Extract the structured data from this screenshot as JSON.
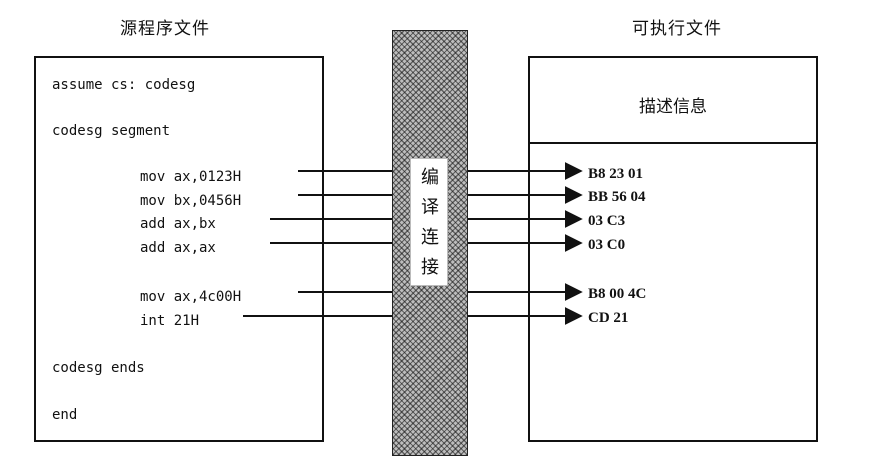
{
  "captions": {
    "source": "源程序文件",
    "executable": "可执行文件"
  },
  "source_file": {
    "lines": [
      "assume cs: codesg",
      "codesg segment",
      "mov ax,0123H",
      "mov bx,0456H",
      "add ax,bx",
      "add ax,ax",
      "mov ax,4c00H",
      "int 21H",
      "codesg ends",
      "end"
    ]
  },
  "linker": {
    "label_chars": [
      "编",
      "译",
      "连",
      "接"
    ]
  },
  "executable_file": {
    "header": "描述信息",
    "machine_code": [
      "B8 23 01",
      "BB 56 04",
      "03 C3",
      "03 C0",
      "B8 00 4C",
      "CD 21"
    ]
  },
  "mapping": [
    {
      "from": "mov ax,0123H",
      "to": "B8 23 01"
    },
    {
      "from": "mov bx,0456H",
      "to": "BB 56 04"
    },
    {
      "from": "add ax,bx",
      "to": "03 C3"
    },
    {
      "from": "add ax,ax",
      "to": "03 C0"
    },
    {
      "from": "mov ax,4c00H",
      "to": "B8 00 4C"
    },
    {
      "from": "int 21H",
      "to": "CD 21"
    }
  ]
}
